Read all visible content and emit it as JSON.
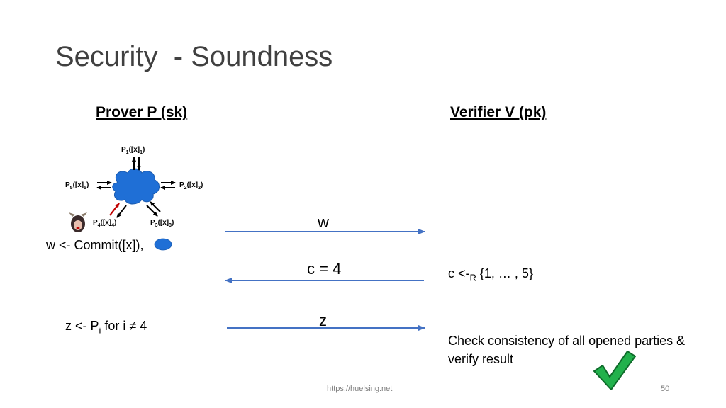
{
  "slide": {
    "title": "Security  - Soundness",
    "prover_header": "Prover P (sk)",
    "verifier_header": "Verifier V (pk)",
    "parties": [
      {
        "base": "P",
        "idx": "1",
        "arg": "([x]",
        "arg_idx": "1",
        "close": ")"
      },
      {
        "base": "P",
        "idx": "2",
        "arg": "([x]",
        "arg_idx": "2",
        "close": ")"
      },
      {
        "base": "P",
        "idx": "3",
        "arg": "([x]",
        "arg_idx": "3",
        "close": ")"
      },
      {
        "base": "P",
        "idx": "4",
        "arg": "([x]",
        "arg_idx": "4",
        "close": ")"
      },
      {
        "base": "P",
        "idx": "5",
        "arg": "([x]",
        "arg_idx": "5",
        "close": ")"
      }
    ],
    "commit_text": "w <- Commit([x]),",
    "messages": {
      "w": "w",
      "c": "c = 4",
      "z": "z"
    },
    "verifier_choice": {
      "pre": "c <-",
      "sub": "R",
      "post": " {1, … , 5}"
    },
    "prover_response": {
      "pre": "z <- P",
      "sub": "i",
      "post": " for i ≠ 4"
    },
    "check_line1": "Check consistency of all opened parties &",
    "check_line2": "verify result",
    "footer_url": "https://huelsing.net",
    "page_number": "50"
  },
  "colors": {
    "cloud": "#1f6fd6",
    "arrow_blue": "#4472c4",
    "arrow_red": "#c00000",
    "check_green": "#22b14c"
  }
}
